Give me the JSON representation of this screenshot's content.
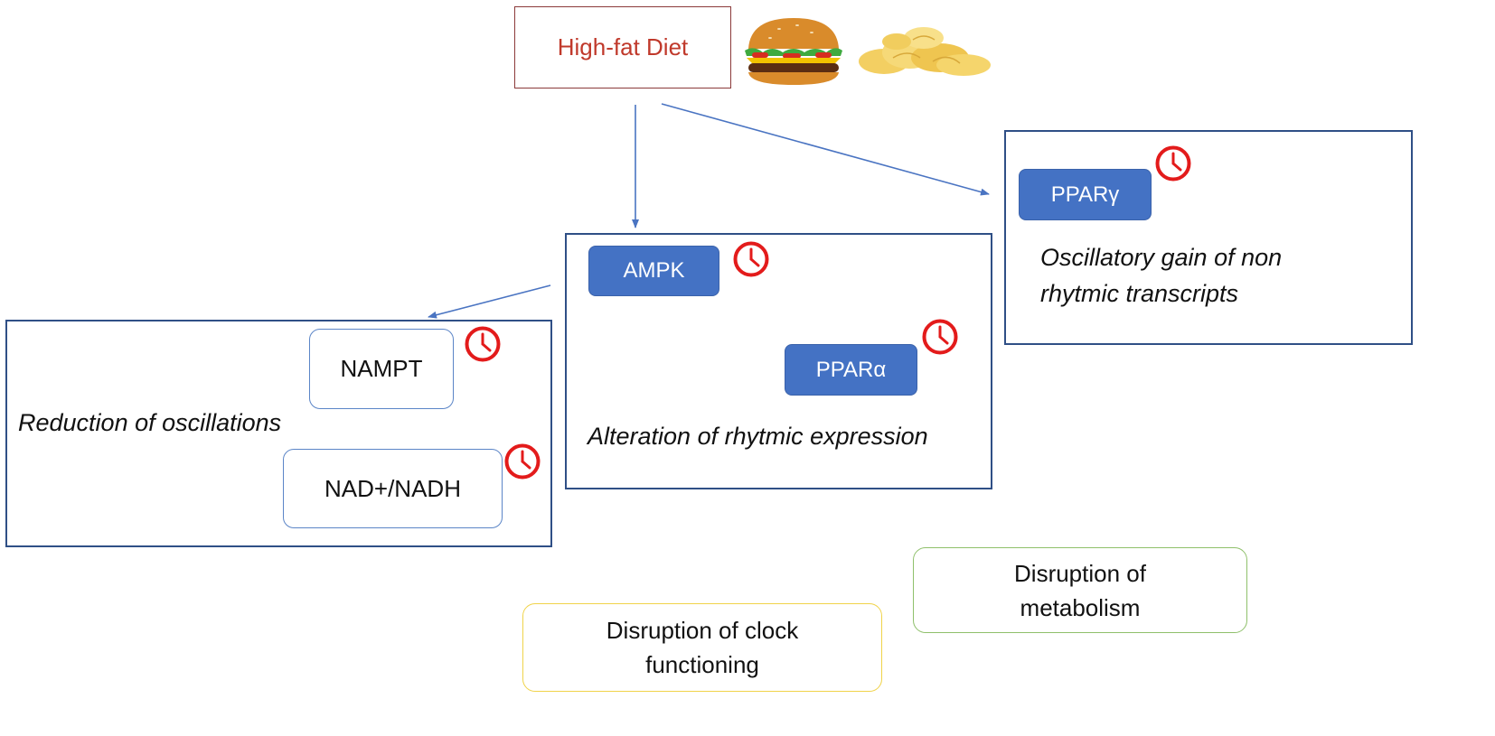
{
  "diet": {
    "label": "High-fat Diet",
    "images": [
      "hamburger",
      "potato chips"
    ]
  },
  "nodes": {
    "ppar_gamma": "PPARγ",
    "ampk": "AMPK",
    "ppar_alpha": "PPARα",
    "nampt": "NAMPT",
    "nad": "NAD+/NADH"
  },
  "annotations": {
    "ppar_gamma_effect_line1": "Oscillatory gain of non",
    "ppar_gamma_effect_line2": "rhytmic transcripts",
    "ampk_effect": "Alteration of rhytmic expression",
    "nampt_effect": "Reduction of oscillations"
  },
  "outcomes": {
    "metabolism_line1": "Disruption of",
    "metabolism_line2": "metabolism",
    "clock_line1": "Disruption of clock",
    "clock_line2": "functioning"
  },
  "colors": {
    "diet_text": "#c0392b",
    "pill_fill": "#4472c4",
    "region_border": "#2f4f86",
    "arrow": "#4a74c2",
    "clock_red": "#e31b1b",
    "metabolism_border": "#8fc06b",
    "clock_border": "#f0d34a"
  },
  "icons": {
    "clock": "clock-icon"
  }
}
